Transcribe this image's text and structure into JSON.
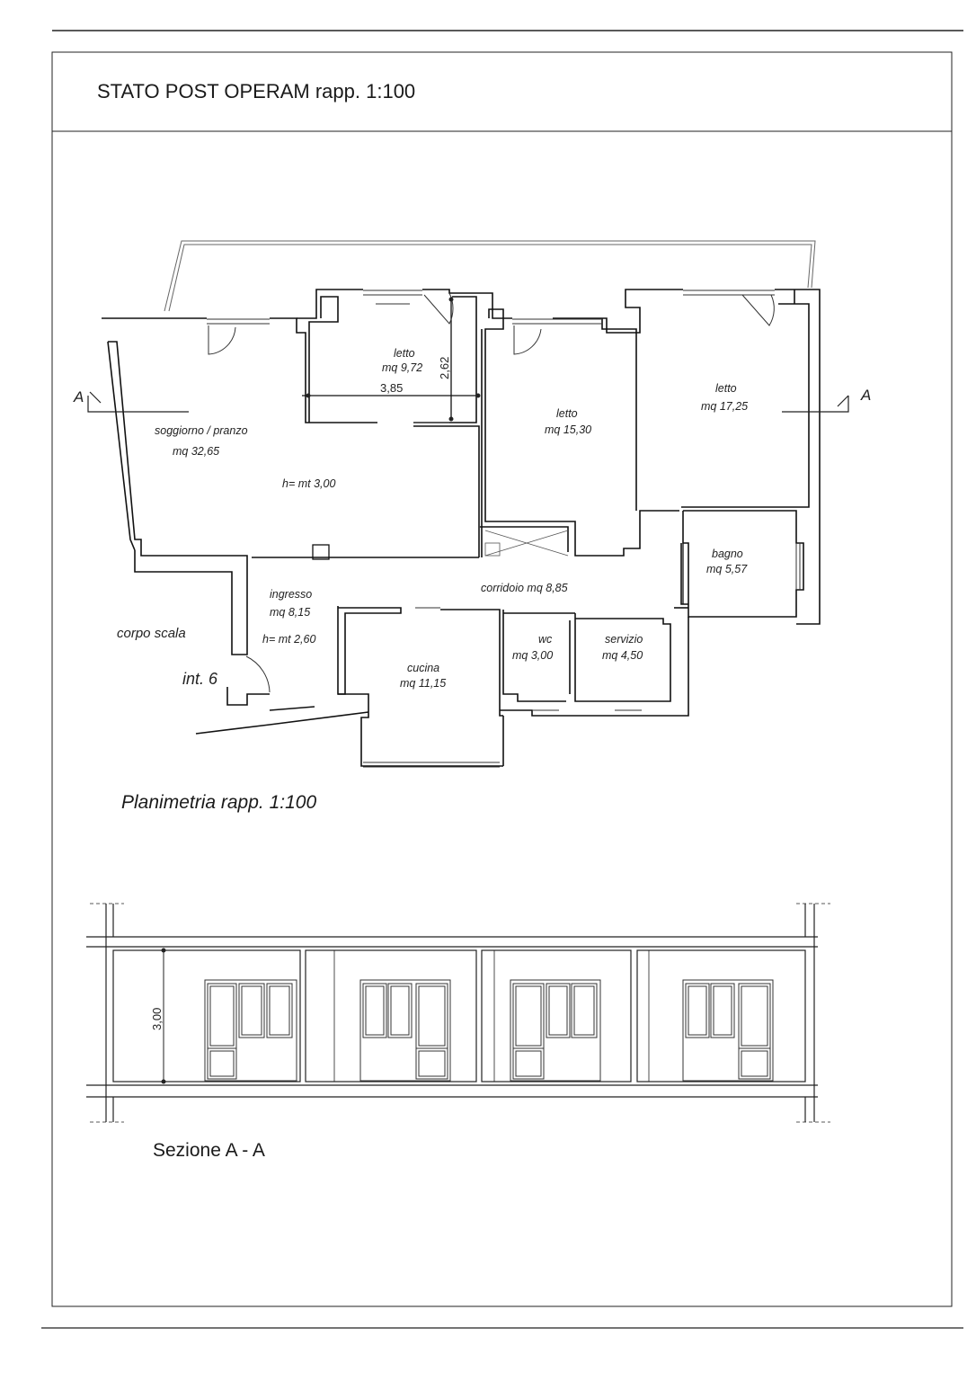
{
  "header": {
    "title": "STATO POST  OPERAM rapp. 1:100"
  },
  "plan": {
    "title": "Planimetria  rapp. 1:100",
    "section_marker_left": "A",
    "section_marker_right": "A",
    "rooms": {
      "soggiorno": {
        "name": "soggiorno / pranzo",
        "area": "mq 32,65",
        "height": "h= mt 3,00"
      },
      "letto1": {
        "name": "letto",
        "area": "mq 9,72"
      },
      "letto2": {
        "name": "letto",
        "area": "mq 15,30"
      },
      "letto3": {
        "name": "letto",
        "area": "mq 17,25"
      },
      "bagno": {
        "name": "bagno",
        "area": "mq 5,57"
      },
      "corridoio": {
        "label": "corridoio  mq 8,85"
      },
      "ingresso": {
        "name": "ingresso",
        "area": "mq 8,15",
        "height": "h= mt 2,60"
      },
      "cucina": {
        "name": "cucina",
        "area": "mq 11,15"
      },
      "wc": {
        "name": "wc",
        "area": "mq 3,00"
      },
      "servizio": {
        "name": "servizio",
        "area": "mq 4,50"
      }
    },
    "dimensions": {
      "width": "3,85",
      "height": "2,62"
    },
    "labels": {
      "stair": "corpo scala",
      "unit": "int. 6"
    }
  },
  "section": {
    "title": "Sezione A - A",
    "height_dim": "3,00"
  }
}
